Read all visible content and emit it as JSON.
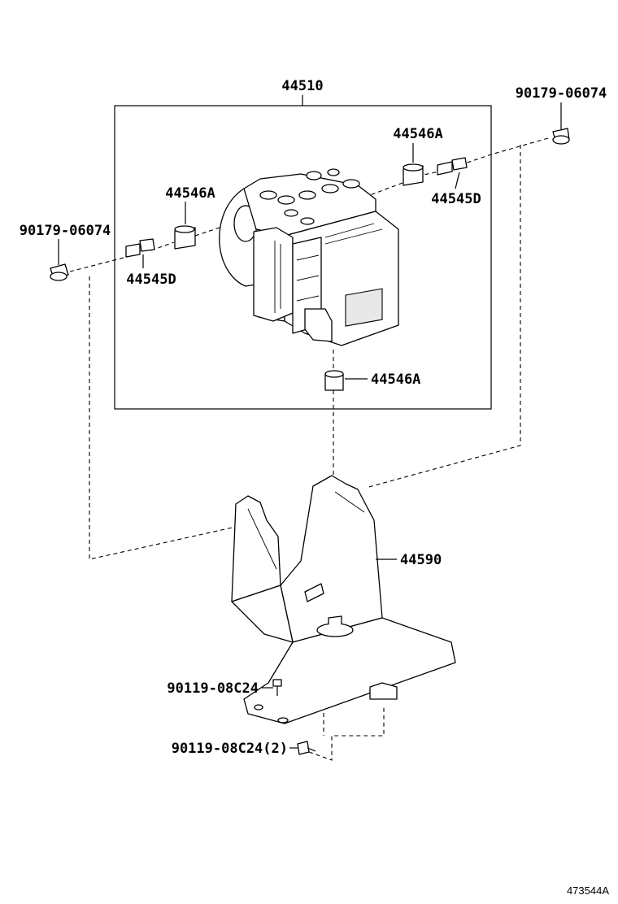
{
  "labels": {
    "actuator_assy": "44510",
    "bolt_upper_right": "90179-06074",
    "cushion_upper_right": "44546A",
    "stud_right": "44545D",
    "cushion_left": "44546A",
    "bolt_left": "90179-06074",
    "stud_left": "44545D",
    "cushion_bottom": "44546A",
    "bracket": "44590",
    "bolt_bracket_1": "90119-08C24",
    "bolt_bracket_2": "90119-08C24(2)"
  },
  "reference_number": "473544A"
}
